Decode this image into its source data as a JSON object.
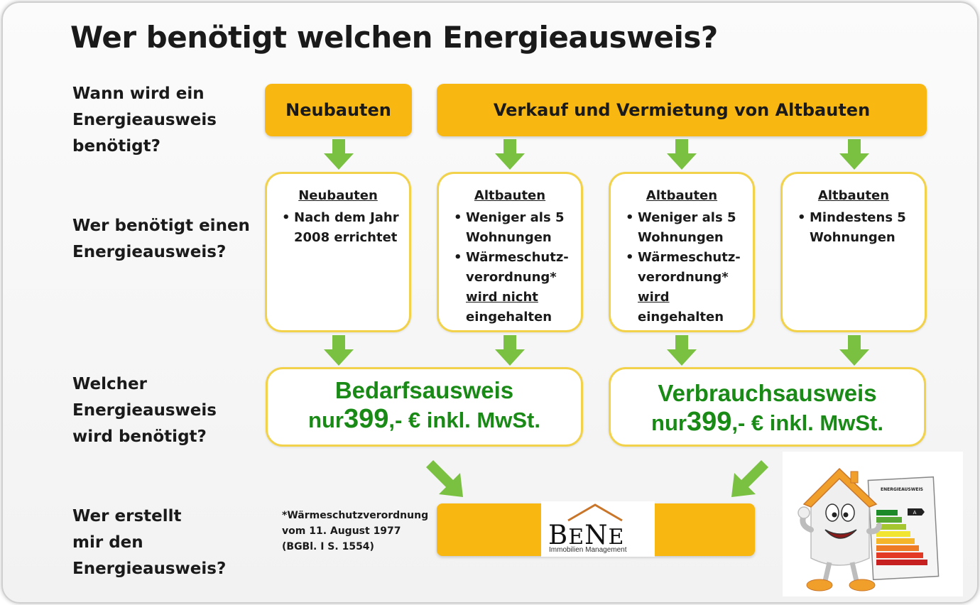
{
  "title": "Wer benötigt welchen Energieausweis?",
  "questions": [
    "Wann wird ein\nEnergieausweis\nbenötigt?",
    "Wer benötigt einen\nEnergieausweis?",
    "Welcher\nEnergieausweis\nwird benötigt?",
    "Wer erstellt\nmir den\nEnergieausweis?"
  ],
  "top_bars": {
    "neubauten": "Neubauten",
    "altbauten": "Verkauf und Vermietung von Altbauten"
  },
  "columns": [
    {
      "heading": "Neubauten",
      "items": [
        "Nach dem Jahr 2008 errichtet"
      ]
    },
    {
      "heading": "Altbauten",
      "item1": "Weniger als 5 Wohnungen",
      "item2_pre": "Wärmeschutz-verordnung*",
      "item2_emph": "wird nicht",
      "item2_post": "eingehalten"
    },
    {
      "heading": "Altbauten",
      "item1": "Weniger als 5 Wohnungen",
      "item2_pre": "Wärmeschutz-verordnung*",
      "item2_emph": "wird",
      "item2_post": "eingehalten"
    },
    {
      "heading": "Altbauten",
      "items": [
        "Mindestens 5 Wohnungen"
      ]
    }
  ],
  "certificates": [
    {
      "name": "Bedarfsausweis",
      "price_prefix": "nur",
      "price": "399",
      "price_suffix": ",- € inkl. MwSt."
    },
    {
      "name": "Verbrauchsausweis",
      "price_prefix": "nur",
      "price": "399",
      "price_suffix": ",- € inkl. MwSt."
    }
  ],
  "footnote": "*Wärmeschutzverordnung\n  vom 11. August 1977\n  (BGBl. I S. 1554)",
  "logo": {
    "big_b": "B",
    "small_e": "E",
    "big_n": "N",
    "small_e2": "E",
    "subtitle": "Immobilien Management"
  },
  "energy_label": {
    "title": "ENERGIEAUSWEIS",
    "class": "A"
  },
  "colors": {
    "yellow": "#f9b712",
    "green_arrow": "#7ac142",
    "green_text": "#1a8a17",
    "card_border": "#f2d24a"
  }
}
